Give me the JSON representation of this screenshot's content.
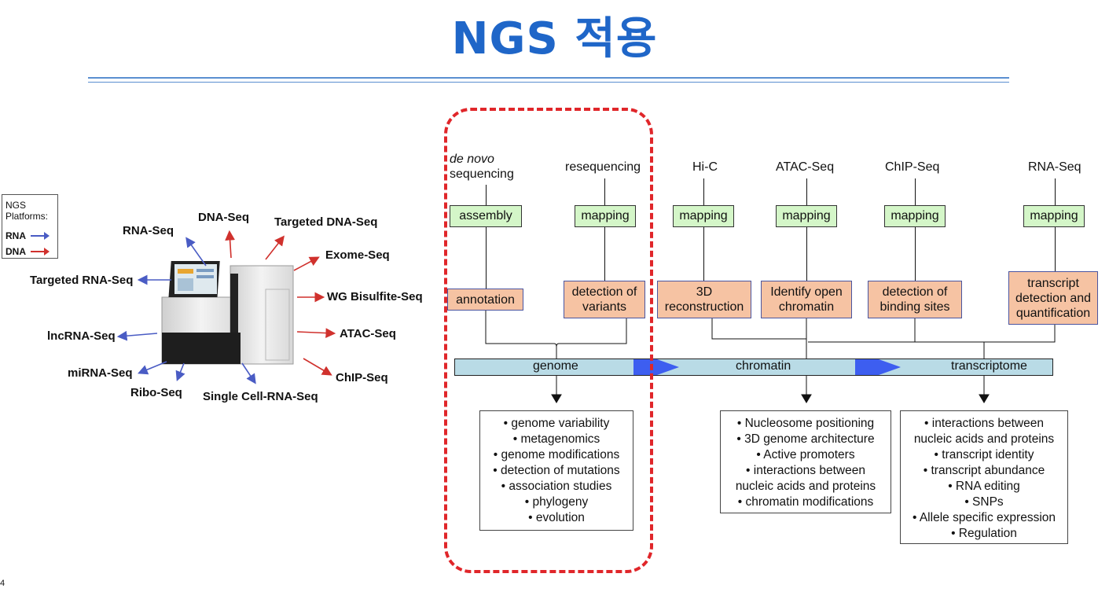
{
  "slide": {
    "title": "NGS 적용",
    "page_number": "4"
  },
  "legend": {
    "title": "NGS Platforms:",
    "rna": "RNA",
    "dna": "DNA",
    "rna_color": "#4a5cc4",
    "dna_color": "#d0312d"
  },
  "applications": {
    "rna_seq": "RNA-Seq",
    "dna_seq": "DNA-Seq",
    "targeted_dna_seq": "Targeted DNA-Seq",
    "exome_seq": "Exome-Seq",
    "wg_bisulfite_seq": "WG Bisulfite-Seq",
    "atac_seq": "ATAC-Seq",
    "chip_seq": "ChIP-Seq",
    "single_cell_rna_seq": "Single Cell-RNA-Seq",
    "ribo_seq": "Ribo-Seq",
    "mirna_seq": "miRNA-Seq",
    "lncrna_seq": "lncRNA-Seq",
    "targeted_rna_seq": "Targeted RNA-Seq"
  },
  "diagram": {
    "columns": {
      "denovo_italic": "de novo",
      "denovo_rest": "sequencing",
      "resequencing": "resequencing",
      "hic": "Hi-C",
      "atac": "ATAC-Seq",
      "chip": "ChIP-Seq",
      "rna": "RNA-Seq"
    },
    "steps": {
      "assembly": "assembly",
      "mapping": "mapping"
    },
    "results": {
      "annotation": "annotation",
      "variants_1": "detection of",
      "variants_2": "variants",
      "hic_1": "3D",
      "hic_2": "reconstruction",
      "atac_1": "Identify open",
      "atac_2": "chromatin",
      "chip_1": "detection of",
      "chip_2": "binding sites",
      "rna_1": "transcript",
      "rna_2": "detection and",
      "rna_3": "quantification"
    },
    "bar": {
      "genome": "genome",
      "chromatin": "chromatin",
      "transcriptome": "transcriptome"
    },
    "outcomes": {
      "genome": [
        "• genome variability",
        "• metagenomics",
        "• genome modifications",
        "• detection of mutations",
        "• association studies",
        "• phylogeny",
        "• evolution"
      ],
      "chromatin": [
        "• Nucleosome positioning",
        "• 3D genome architecture",
        "• Active promoters",
        "• interactions between",
        "nucleic acids and proteins",
        "• chromatin modifications"
      ],
      "transcriptome": [
        "• interactions between",
        "nucleic acids and proteins",
        "• transcript identity",
        "• transcript abundance",
        "• RNA editing",
        "• SNPs",
        "• Allele specific expression",
        "• Regulation"
      ]
    }
  },
  "colors": {
    "title": "#1f66c8",
    "step_fill": "#d4f6c8",
    "result_fill": "#f6c3a3",
    "bar_fill": "#b9dbe6",
    "bar_arrow": "#3d5ef0",
    "highlight": "#e0262a"
  }
}
